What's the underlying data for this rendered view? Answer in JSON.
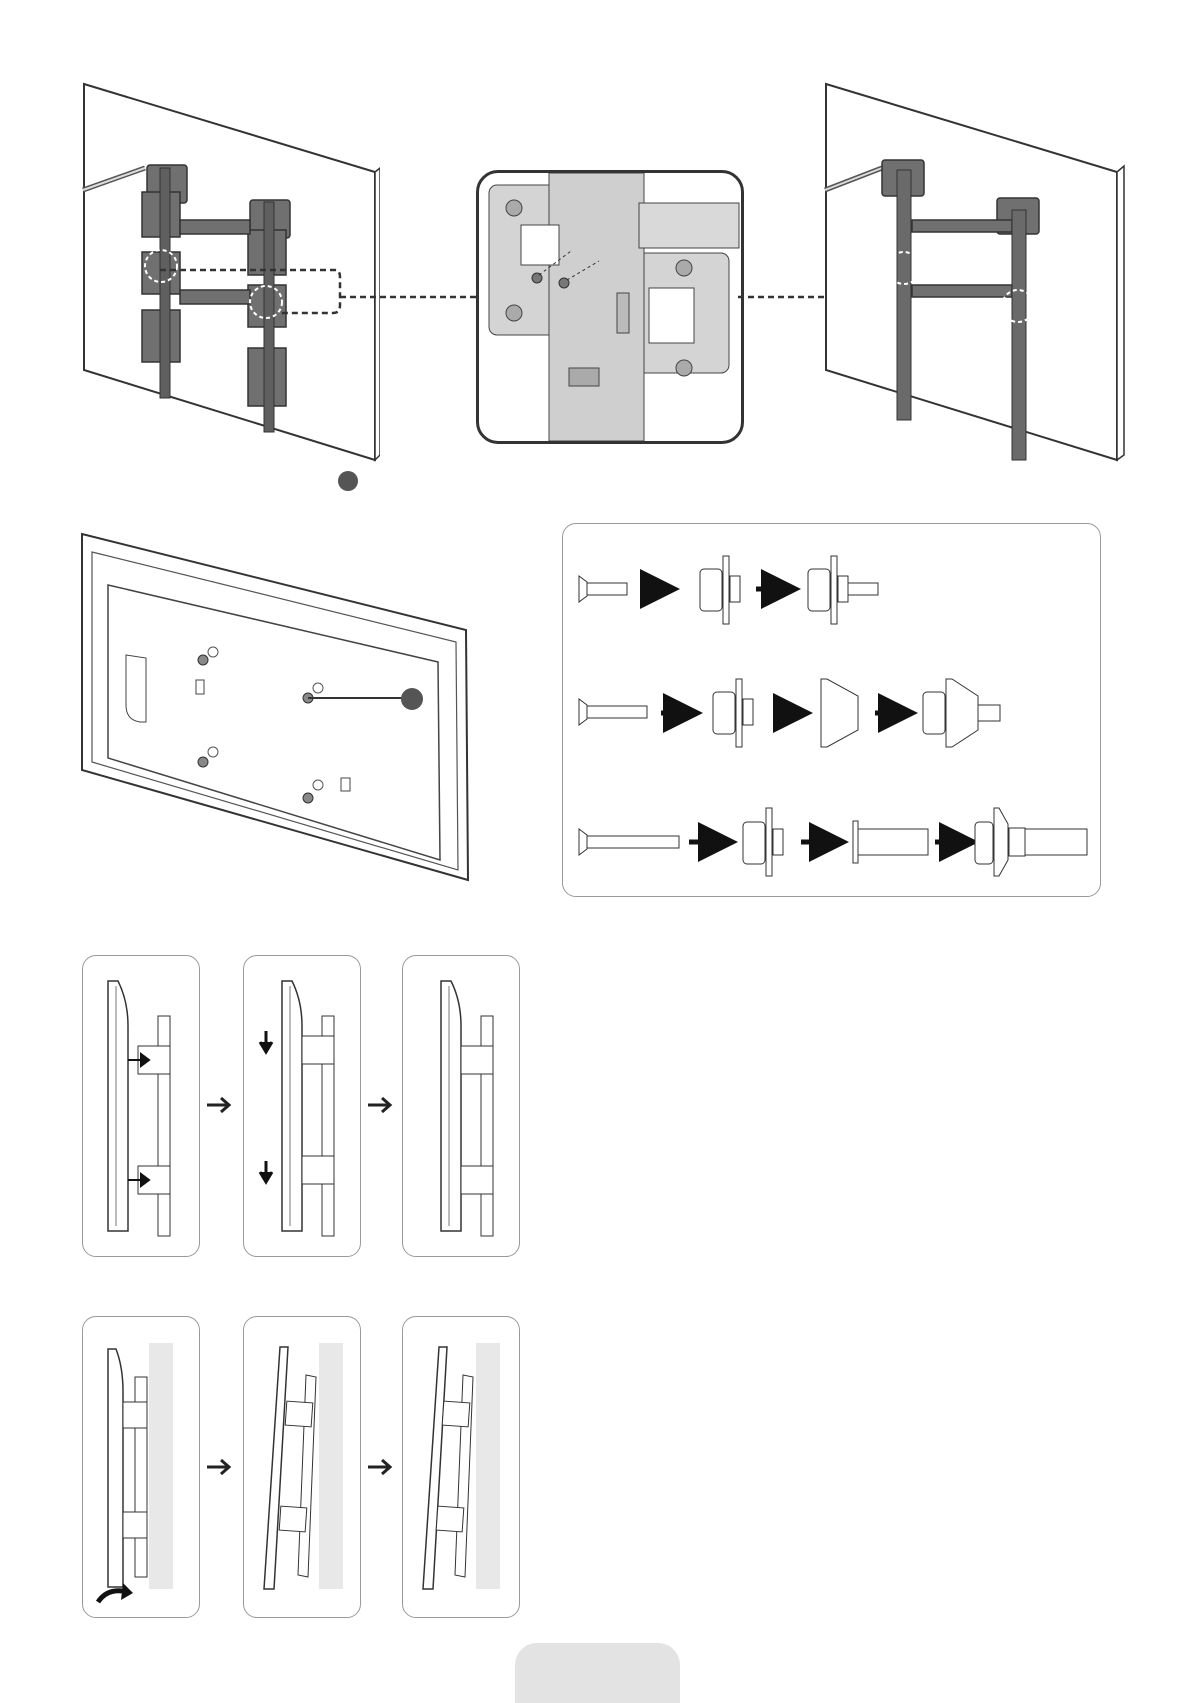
{
  "page": {
    "footer_tab_label": ""
  },
  "figures": {
    "wall_mount_step": {
      "name": "wall-mount-bracket-figure"
    },
    "detail_zoom": {
      "name": "bracket-detail-zoom"
    },
    "tv_back": {
      "name": "tv-back-panel-figure"
    },
    "screw_kit": {
      "name": "screw-spacer-assembly"
    },
    "hang_sequence": {
      "name": "tv-hanging-sequence"
    },
    "tilt_sequence": {
      "name": "tv-tilt-sequence"
    }
  },
  "colors": {
    "line": "#333333",
    "bracket_fill": "#6b6b6b",
    "panel_border": "#9a9a9a",
    "wall_shade": "#e8e8e8",
    "callout_dot": "#555555"
  }
}
